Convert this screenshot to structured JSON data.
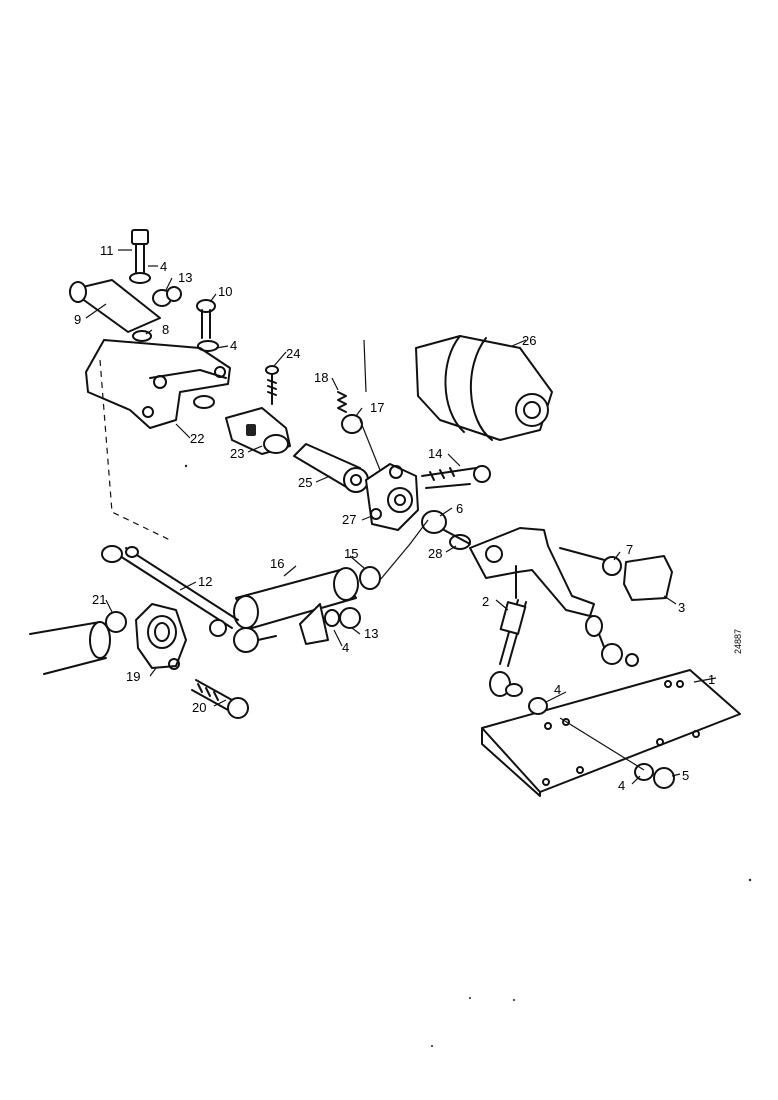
{
  "reference_number": "24887",
  "callouts": [
    "1",
    "2",
    "3",
    "4",
    "5",
    "6",
    "7",
    "8",
    "9",
    "10",
    "11",
    "12",
    "13",
    "14",
    "15",
    "16",
    "17",
    "18",
    "19",
    "20",
    "21",
    "22",
    "23",
    "24",
    "25",
    "26",
    "27",
    "28"
  ]
}
